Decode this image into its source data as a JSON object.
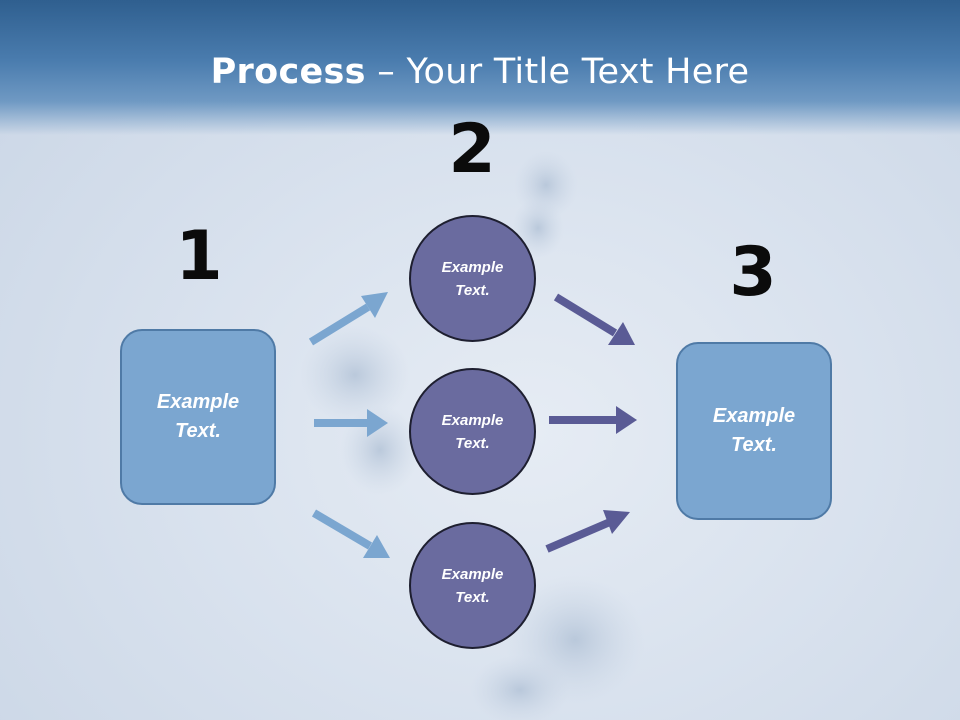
{
  "title": {
    "bold": "Process",
    "rest": " – Your Title Text Here"
  },
  "steps": [
    "1",
    "2",
    "3"
  ],
  "left_box": {
    "text": "Example\nText."
  },
  "circles": [
    {
      "text": "Example\nText."
    },
    {
      "text": "Example\nText."
    },
    {
      "text": "Example\nText."
    }
  ],
  "right_box": {
    "text": "Example\nText."
  },
  "colors": {
    "box_fill": "#7ba6d0",
    "circle_fill": "#6a6b9f",
    "light_arrow": "#7ba6d0",
    "dark_arrow": "#5a5b95",
    "header": "#4a7cae"
  }
}
